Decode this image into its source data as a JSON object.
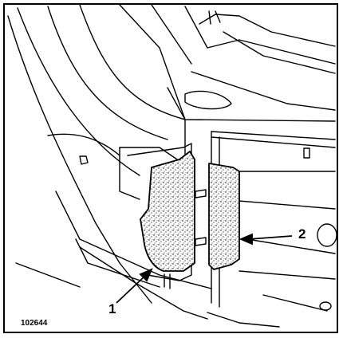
{
  "figure": {
    "callouts": [
      {
        "id": "1",
        "label": "1"
      },
      {
        "id": "2",
        "label": "2"
      }
    ],
    "reference": "102644"
  }
}
